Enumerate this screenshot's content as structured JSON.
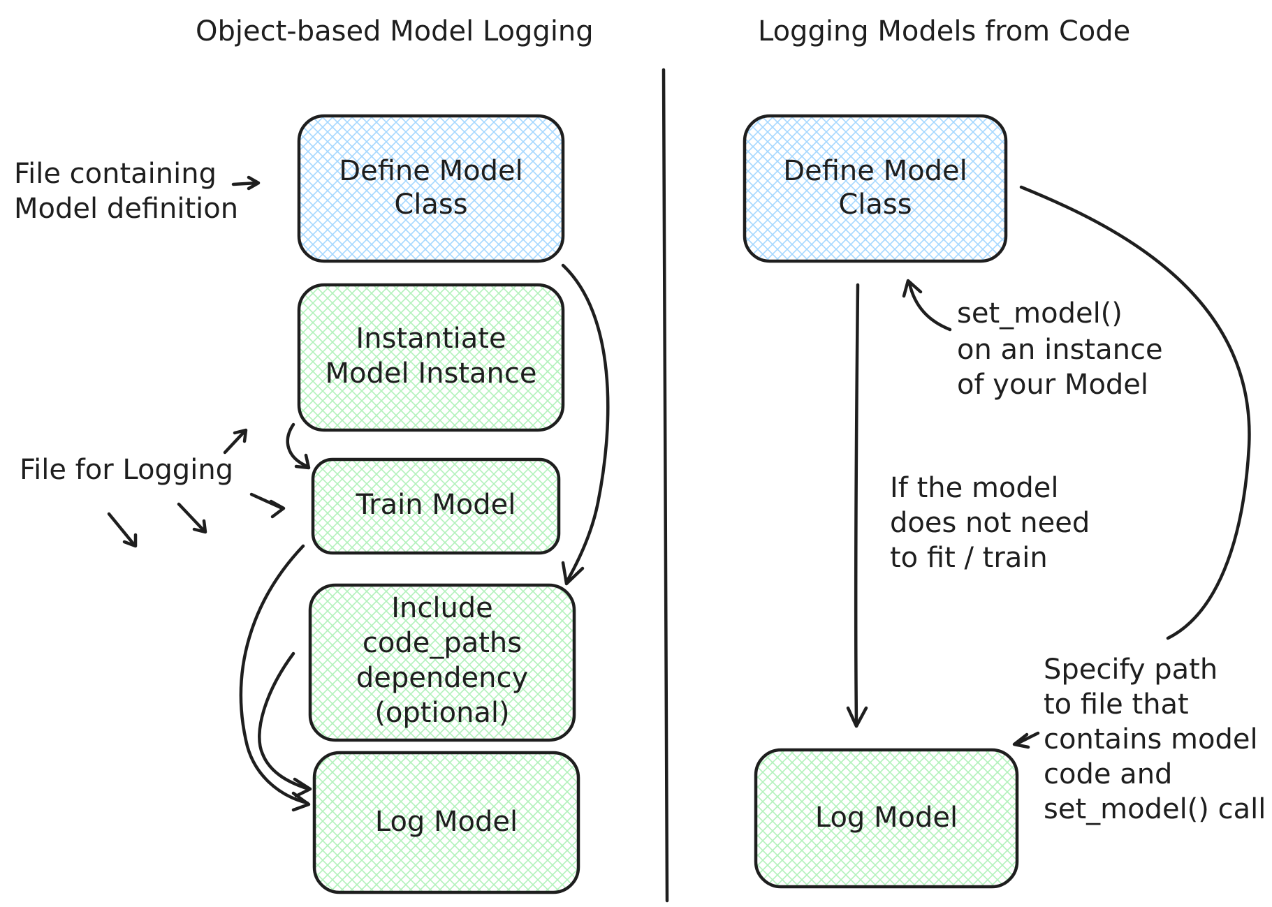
{
  "titles": {
    "left": "Object-based Model Logging",
    "right": "Logging Models from Code"
  },
  "left": {
    "boxes": {
      "define": [
        "Define Model",
        "Class"
      ],
      "instantiate": [
        "Instantiate",
        "Model Instance"
      ],
      "train": [
        "Train Model"
      ],
      "include": [
        "Include",
        "code_paths",
        "dependency",
        "(optional)"
      ],
      "log": [
        "Log Model"
      ]
    },
    "notes": {
      "file_model": [
        "File containing",
        "Model definition"
      ],
      "file_logging": [
        "File for Logging"
      ]
    }
  },
  "right": {
    "boxes": {
      "define": [
        "Define Model",
        "Class"
      ],
      "log": [
        "Log Model"
      ]
    },
    "notes": {
      "set_model": [
        "set_model()",
        "on an instance",
        "of your Model"
      ],
      "no_fit": [
        "If the model",
        "does not need",
        "to fit / train"
      ],
      "specify": [
        "Specify path",
        "to file that",
        "contains model",
        "code and",
        "set_model() call"
      ]
    }
  },
  "colors": {
    "blue_fill": "#a5d8ff",
    "green_fill": "#b2f2bb",
    "stroke": "#1e1e1e"
  }
}
